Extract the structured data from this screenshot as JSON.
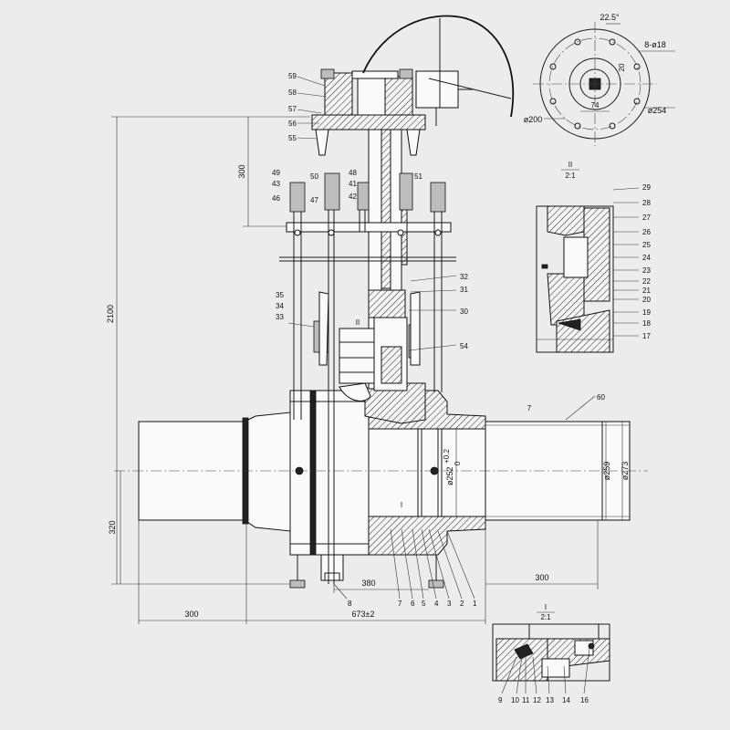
{
  "dimensions": {
    "h2100": "2100",
    "h300": "300",
    "h320": "320",
    "w300_left": "300",
    "w673": "673±2",
    "w380": "380",
    "w300_right": "300",
    "d252": "ø252",
    "d252_tol": "+0.2",
    "d252_tol2": "0",
    "d259": "ø259",
    "d273": "ø273",
    "d200": "ø200",
    "d254": "ø254",
    "d18": "8-ø18",
    "a225": "22.5°",
    "d20": "20",
    "d74": "74",
    "d7": "7"
  },
  "detail_views": {
    "detail_II_num": "II",
    "detail_II_scale": "2:1",
    "detail_I_num": "I",
    "detail_I_scale": "2:1",
    "section_I_mark": "I",
    "section_II_mark": "II"
  },
  "part_labels": {
    "top": [
      "59",
      "58",
      "57",
      "56",
      "55"
    ],
    "upper_left": [
      "49",
      "43",
      "48",
      "46",
      "47",
      "50",
      "41",
      "42",
      "51"
    ],
    "mid_left": [
      "35",
      "34",
      "33"
    ],
    "mid_right": [
      "32",
      "31",
      "30",
      "54"
    ],
    "right_body": "60",
    "detail_II": [
      "29",
      "28",
      "27",
      "26",
      "25",
      "24",
      "23",
      "22",
      "21",
      "20",
      "19",
      "18",
      "17"
    ],
    "bottom_row": [
      "8",
      "7",
      "6",
      "5",
      "4",
      "3",
      "2",
      "1"
    ],
    "detail_I": [
      "9",
      "10",
      "11",
      "12",
      "13",
      "14",
      "16"
    ]
  }
}
